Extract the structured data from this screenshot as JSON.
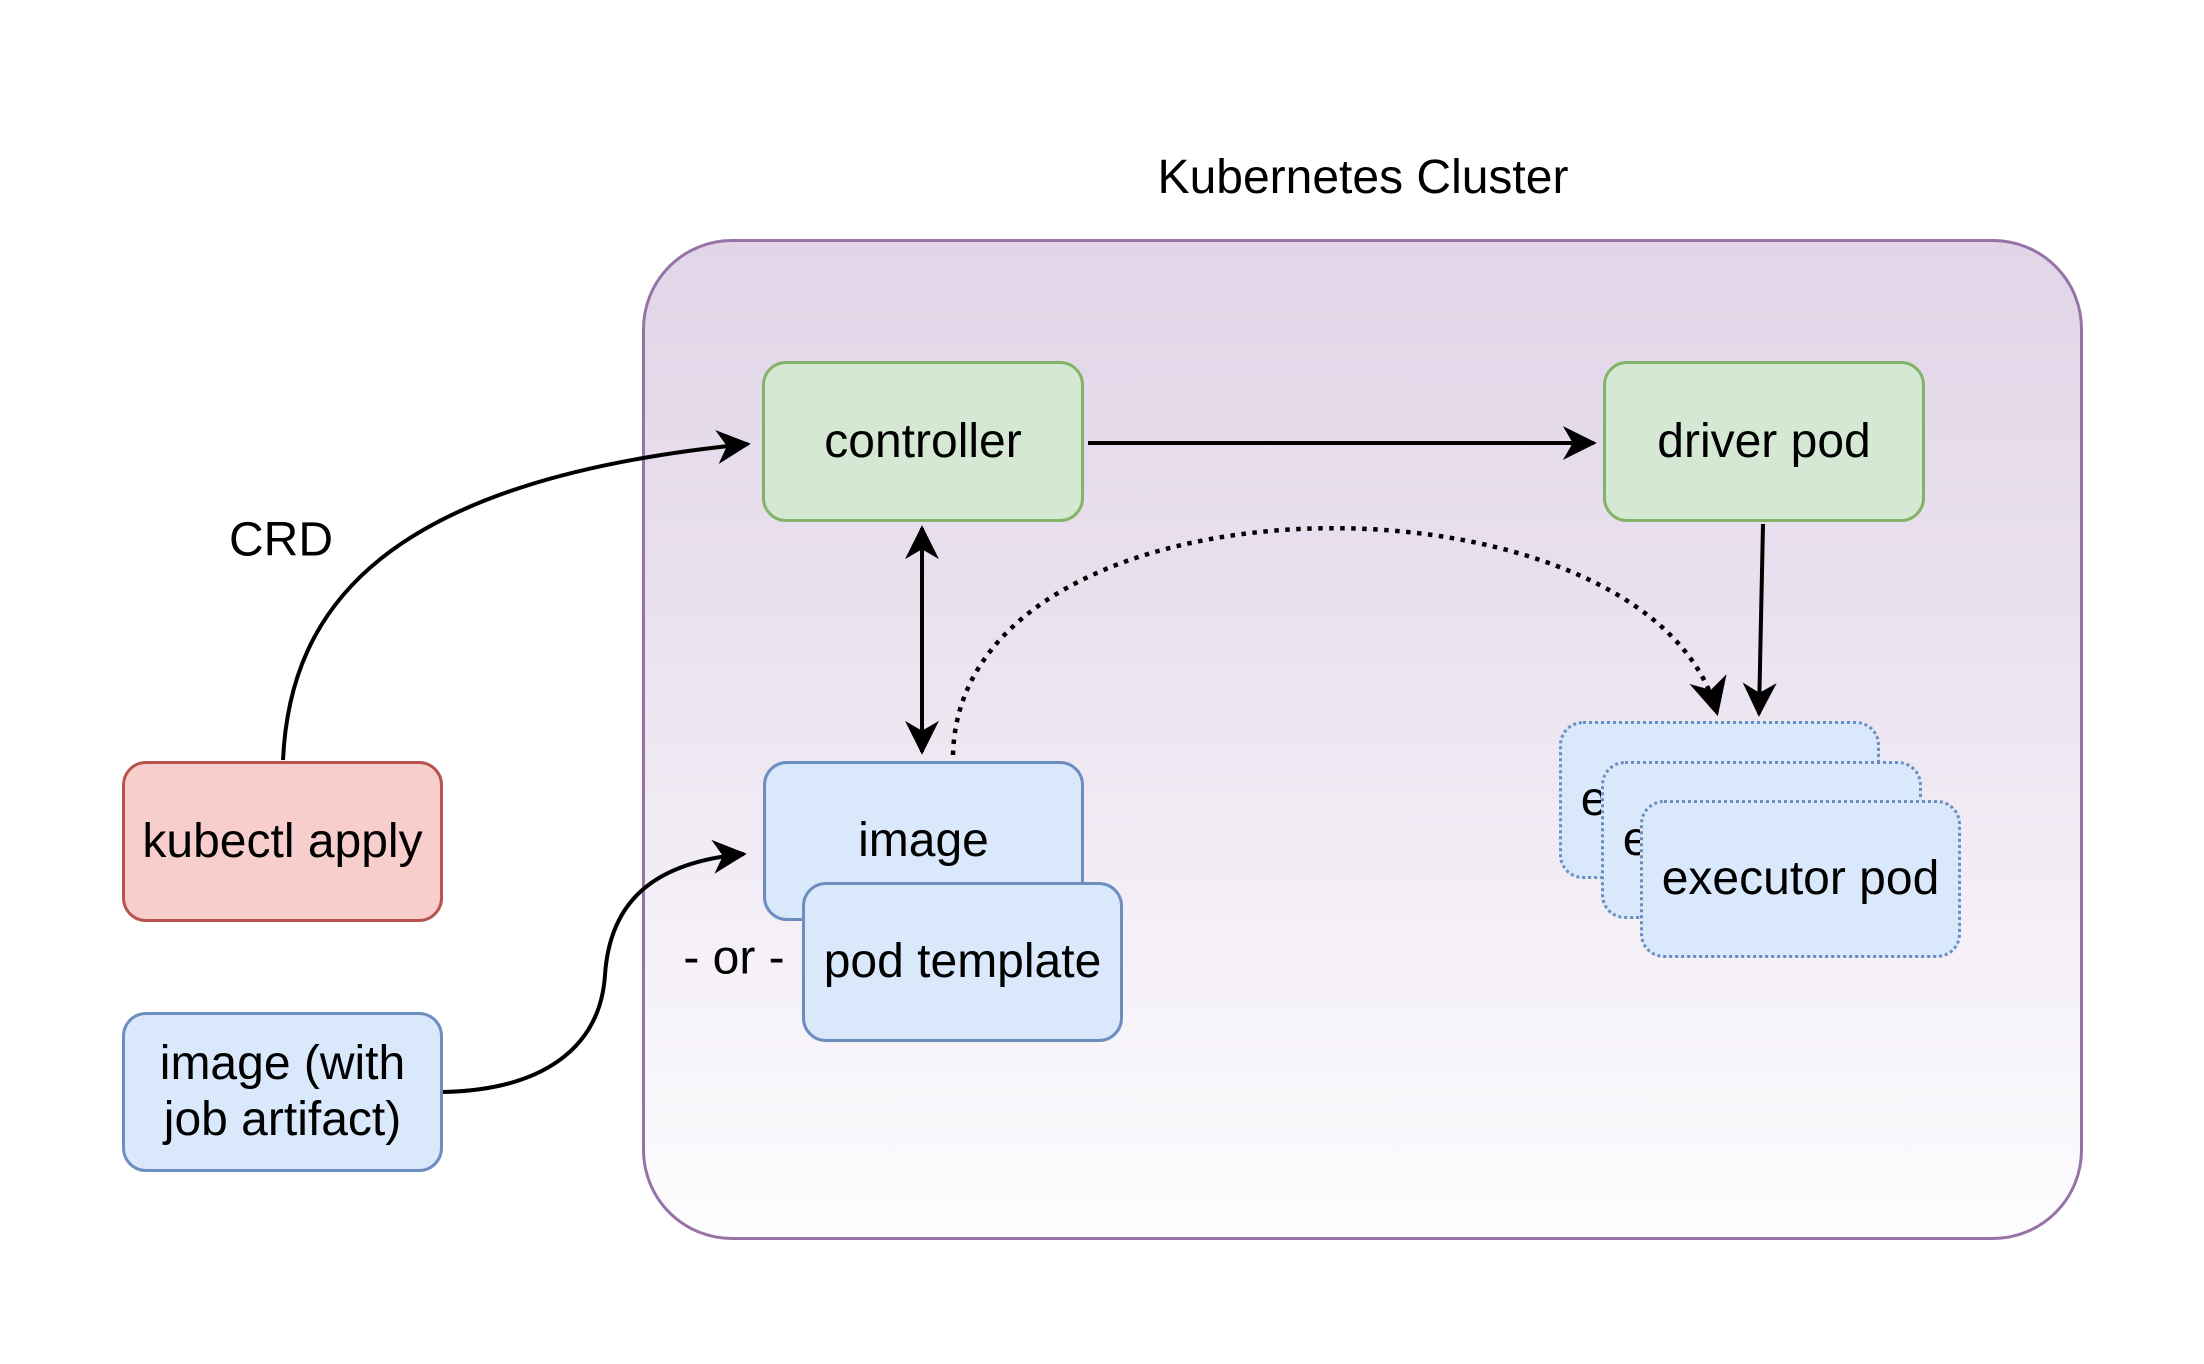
{
  "title": "Kubernetes Cluster",
  "nodes": {
    "controller": "controller",
    "driver_pod": "driver pod",
    "image": "image",
    "pod_template": "pod template",
    "executor_pod": "executor pod",
    "kubectl_apply": "kubectl apply",
    "image_with_job_artifact": "image (with job artifact)"
  },
  "labels": {
    "crd": "CRD",
    "or": "- or -"
  },
  "edges": [
    {
      "from": "kubectl_apply",
      "to": "controller",
      "label": "CRD",
      "style": "solid-curve",
      "arrow": "end"
    },
    {
      "from": "controller",
      "to": "driver_pod",
      "style": "solid-straight",
      "arrow": "end"
    },
    {
      "from": "controller",
      "to": "image",
      "style": "solid-straight",
      "arrow": "both"
    },
    {
      "from": "image",
      "to": "executor_pod",
      "style": "dotted-curve",
      "arrow": "end"
    },
    {
      "from": "driver_pod",
      "to": "executor_pod",
      "style": "solid-straight",
      "arrow": "end"
    },
    {
      "from": "image_with_job_artifact",
      "to": "image",
      "label": "- or -",
      "style": "solid-curve",
      "arrow": "end"
    }
  ],
  "executor_stack_count": 3,
  "colors": {
    "cluster_border": "#9673a6",
    "cluster_fill_top": "#e1d5e7",
    "cluster_fill_bottom": "#fdfcfe",
    "green_fill": "#d5e8d4",
    "green_border": "#82b366",
    "blue_fill": "#dae8fc",
    "blue_border": "#6c8ebf",
    "red_fill": "#f8cecc",
    "red_border": "#b85450",
    "arrow": "#000000",
    "text": "#000000"
  }
}
